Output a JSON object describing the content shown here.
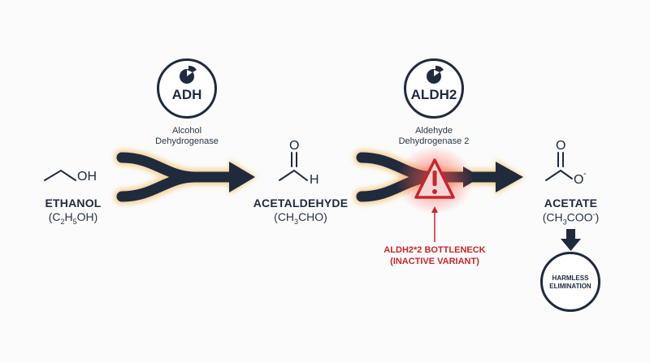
{
  "enzymes": [
    {
      "abbr": "ADH",
      "name_line1": "Alcohol",
      "name_line2": "Dehydrogenase",
      "icon": "pie-icon"
    },
    {
      "abbr": "ALDH2",
      "name_line1": "Aldehyde",
      "name_line2": "Dehydrogenase 2",
      "icon": "pie-icon"
    }
  ],
  "compounds": [
    {
      "name": "ETHANOL",
      "formula_parts": [
        "(C",
        "2",
        "H",
        "5",
        "OH)"
      ],
      "structure_label": "OH"
    },
    {
      "name": "ACETALDEHYDE",
      "formula_parts": [
        "(CH",
        "3",
        "CHO)"
      ],
      "structure_labels": [
        "O",
        "H"
      ]
    },
    {
      "name": "ACETATE",
      "formula_parts": [
        "(CH",
        "3",
        "COO",
        "-",
        ")"
      ],
      "structure_labels": [
        "O",
        "O",
        "-"
      ]
    }
  ],
  "bottleneck": {
    "line1": "ALDH2*2 BOTTLENECK",
    "line2": "(INACTIVE VARIANT)",
    "icon": "warning-triangle-icon"
  },
  "elimination": {
    "line1": "HARMLESS",
    "line2": "ELIMINATION"
  },
  "colors": {
    "navy": "#1f2a3d",
    "glow": "#f2b54a",
    "warning_red": "#c8262a",
    "background": "#fbfbfb"
  }
}
